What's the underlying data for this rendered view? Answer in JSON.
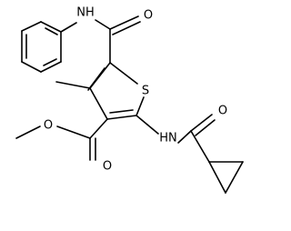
{
  "molecule": {
    "atoms": {
      "amide_nh": "NH",
      "amide_o": "O",
      "thiophene_s": "S",
      "ester_o_single": "O",
      "ester_o_double": "O",
      "acyl_nh": "HN",
      "acyl_o": "O"
    },
    "colors": {
      "bond": "#000000",
      "label": "#000000",
      "background": "#ffffff"
    }
  }
}
